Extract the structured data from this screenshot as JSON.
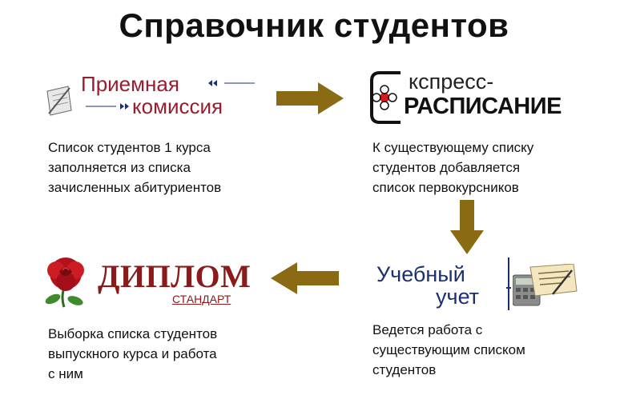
{
  "title": "Справочник студентов",
  "blocks": {
    "priemnaya": {
      "logo_line1": "Приемная",
      "logo_line2": "комиссия",
      "desc": [
        "Список студентов 1 курса",
        "заполняется из списка",
        "зачисленных абитуриентов"
      ]
    },
    "ekspress": {
      "logo_line1": "кспресс-",
      "logo_line2": "РАСПИСАНИЕ",
      "desc": [
        "К существующему списку",
        "студентов добавляется",
        "список первокурсников"
      ]
    },
    "uchebnyi": {
      "logo_line1": "Учебный",
      "logo_line2": "учет",
      "desc": [
        "Ведется работа с",
        "существующим списком",
        "студентов"
      ]
    },
    "diplom": {
      "logo_line1": "ДИПЛОМ",
      "logo_line2": "СТАНДАРТ",
      "desc": [
        "Выборка списка студентов",
        "выпускного курса и работа",
        "с ним"
      ]
    }
  },
  "colors": {
    "arrow": "#8a6a12",
    "priemnaya_text": "#9b1c2e",
    "diplom_text": "#8b1a1a",
    "uchebnyi_text": "#1c2f6e"
  },
  "icons": {
    "priemnaya": "notepad-pencil-icon",
    "ekspress": "e-flower-icon",
    "diplom": "rose-icon",
    "uchebnyi": "calculator-card-icon"
  }
}
